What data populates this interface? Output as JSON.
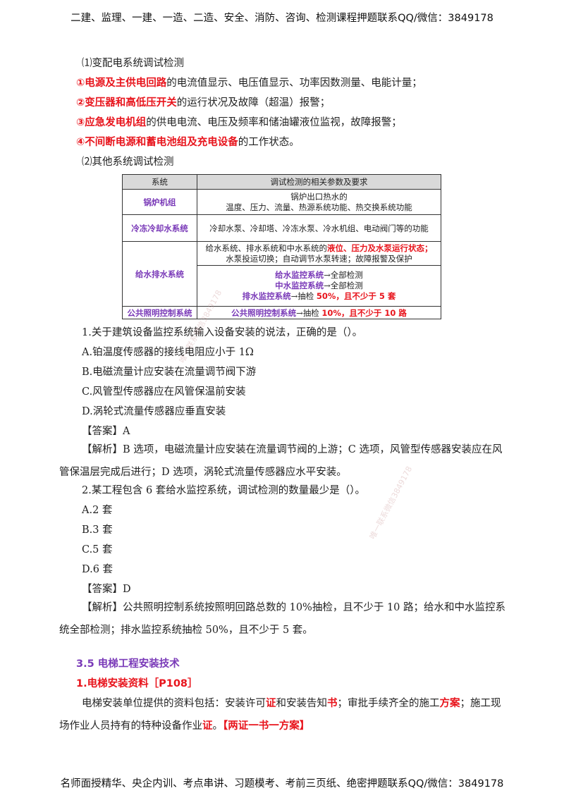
{
  "header": "二建、监理、一建、一造、二造、安全、消防、咨询、检测课程押题联系QQ/微信：3849178",
  "footer": "名师面授精华、央企内训、考点串讲、习题模考、考前三页纸、绝密押题联系QQ/微信：3849178",
  "section1": {
    "title": "⑴变配电系统调试检测",
    "items": [
      {
        "num": "①",
        "bold": "电源及主供电回路",
        "rest": "的电流值显示、电压值显示、功率因数测量、电能计量；"
      },
      {
        "num": "②",
        "bold": "变压器和高低压开关",
        "rest": "的运行状况及故障（超温）报警；"
      },
      {
        "num": "③",
        "bold": "应急发电机组",
        "rest": "的供电电流、电压及频率和储油罐液位监视，故障报警；"
      },
      {
        "num": "④",
        "bold": "不间断电源和蓄电池组及充电设备",
        "rest": "的工作状态。"
      }
    ]
  },
  "section2_title": "⑵其他系统调试检测",
  "table": {
    "headers": [
      "系统",
      "调试检测的相关参数及要求"
    ],
    "rows": {
      "boiler": {
        "name": "锅炉机组",
        "line1": "锅炉出口热水的",
        "line2": "温度、压力、流量、热源系统功能、热交换系统功能"
      },
      "cooling": {
        "name": "冷冻冷却水系统",
        "text": "冷却水泵、冷却塔、冷冻水泵、冷水机组、电动阀门等的功能"
      },
      "water": {
        "name": "给水排水系统",
        "a_line1_pre": "给水系统、排水系统和中水系统的",
        "a_line1_red": "液位、压力及水泵运行状态；",
        "a_line2": "水泵投运切换；自动调节水泵转速；故障报警及保护",
        "b1_bold": "给水监控系统",
        "b1_rest": "→全部检测",
        "b2_bold": "中水监控系统",
        "b2_rest": "→全部检测",
        "b3_bold": "排水监控系统",
        "b3_mid": "→抽检 ",
        "b3_red": "50%，且不少于 5 套"
      },
      "lighting": {
        "name": "公共照明控制系统",
        "bold": "公共照明控制系统",
        "mid": "→抽检 ",
        "red": "10%，且不少于 10 路"
      }
    }
  },
  "q1": {
    "stem": "1.关于建筑设备监控系统输入设备安装的说法，正确的是（）。",
    "options": [
      "A.铂温度传感器的接线电阻应小于 1Ω",
      "B.电磁流量计应安装在流量调节阀下游",
      "C.风管型传感器应在风管保温前安装",
      "D.涡轮式流量传感器应垂直安装"
    ],
    "answer": "【答案】A",
    "analysis": "【解析】B 选项，电磁流量计应安装在流量调节阀的上游；C 选项，风管型传感器安装应在风管保温层完成后进行；D 选项，涡轮式流量传感器应水平安装。"
  },
  "q2": {
    "stem": "2.某工程包含 6 套给水监控系统，调试检测的数量最少是（）。",
    "options": [
      "A.2 套",
      "B.3 套",
      "C.5 套",
      "D.6 套"
    ],
    "answer": "【答案】D",
    "analysis": "【解析】公共照明控制系统按照明回路总数的 10%抽检，且不少于 10 路；给水和中水监控系统全部检测；排水监控系统抽检 50%，且不少于 5 套。"
  },
  "section35": {
    "title": "3.5 电梯工程安装技术",
    "sub": "1.电梯安装资料［P108］",
    "p_a": "电梯安装单位提供的资料包括：安装许可",
    "p_b": "证",
    "p_c": "和安装告知",
    "p_d": "书",
    "p_e": "；审批手续齐全的施工",
    "p_f": "方案",
    "p_g": "；施工现场作业人员持有的特种设备作业",
    "p_h": "证",
    "p_i": "。",
    "p_j": "【两证一书一方案】"
  },
  "watermark": "唯一联系微信3849178",
  "colors": {
    "red": "#e8141c",
    "purple": "#7a3ab8"
  }
}
